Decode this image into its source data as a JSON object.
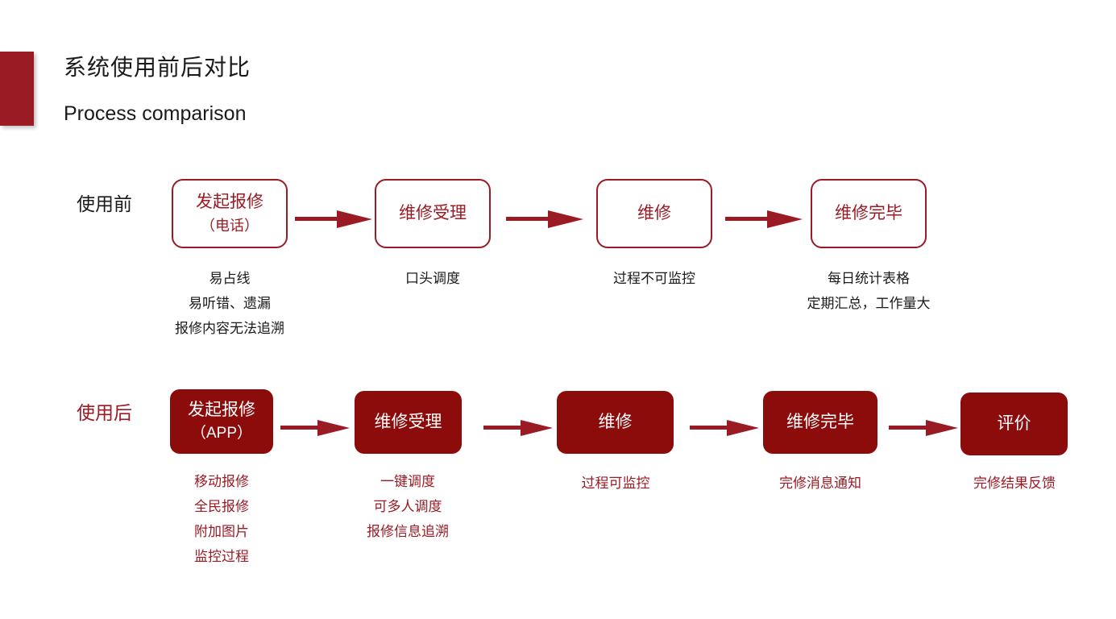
{
  "header": {
    "title_zh": "系统使用前后对比",
    "title_en": "Process comparison",
    "accent_color": "#9B1B24"
  },
  "colors": {
    "accent_red": "#9B1B24",
    "fill_red": "#8C0B0B",
    "text_black": "#1a1a1a",
    "background": "#ffffff"
  },
  "rows": [
    {
      "label": "使用前",
      "style": "outlined",
      "nodes": [
        {
          "line1": "发起报修",
          "line2": "（电话）"
        },
        {
          "line1": "维修受理",
          "line2": ""
        },
        {
          "line1": "维修",
          "line2": ""
        },
        {
          "line1": "维修完毕",
          "line2": ""
        }
      ],
      "captions": [
        [
          "易占线",
          "易听错、遗漏",
          "报修内容无法追溯"
        ],
        [
          "口头调度"
        ],
        [
          "过程不可监控"
        ],
        [
          "每日统计表格",
          "定期汇总，工作量大"
        ]
      ]
    },
    {
      "label": "使用后",
      "style": "filled",
      "nodes": [
        {
          "line1": "发起报修",
          "line2": "（APP）"
        },
        {
          "line1": "维修受理",
          "line2": ""
        },
        {
          "line1": "维修",
          "line2": ""
        },
        {
          "line1": "维修完毕",
          "line2": ""
        },
        {
          "line1": "评价",
          "line2": ""
        }
      ],
      "captions": [
        [
          "移动报修",
          "全民报修",
          "附加图片",
          "监控过程"
        ],
        [
          "一键调度",
          "可多人调度",
          "报修信息追溯"
        ],
        [
          "过程可监控"
        ],
        [
          "完修消息通知"
        ],
        [
          "完修结果反馈"
        ]
      ]
    }
  ]
}
